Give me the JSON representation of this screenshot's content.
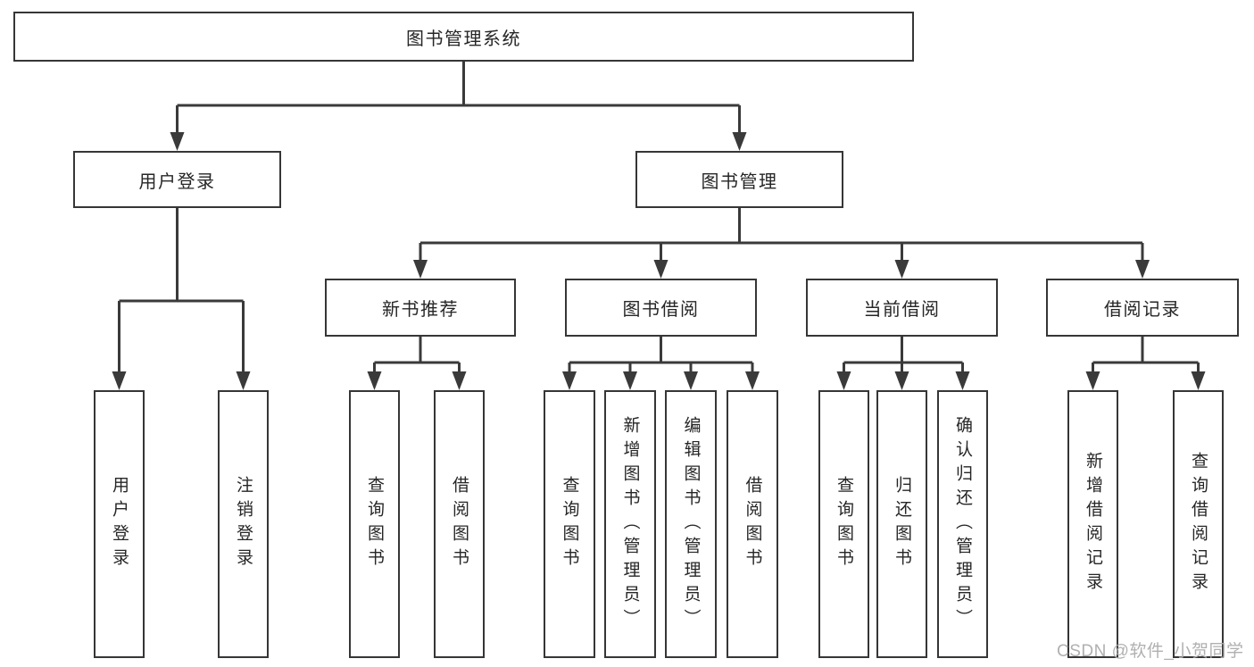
{
  "tree": {
    "label": "图书管理系统",
    "children": [
      {
        "label": "用户登录",
        "children": [
          {
            "label": "用户登录"
          },
          {
            "label": "注销登录"
          }
        ]
      },
      {
        "label": "图书管理",
        "children": [
          {
            "label": "新书推荐",
            "children": [
              {
                "label": "查询图书"
              },
              {
                "label": "借阅图书"
              }
            ]
          },
          {
            "label": "图书借阅",
            "children": [
              {
                "label": "查询图书"
              },
              {
                "label": "新增图书（管理员）"
              },
              {
                "label": "编辑图书（管理员）"
              },
              {
                "label": "借阅图书"
              }
            ]
          },
          {
            "label": "当前借阅",
            "children": [
              {
                "label": "查询图书"
              },
              {
                "label": "归还图书"
              },
              {
                "label": "确认归还（管理员）"
              }
            ]
          },
          {
            "label": "借阅记录",
            "children": [
              {
                "label": "新增借阅记录"
              },
              {
                "label": "查询借阅记录"
              }
            ]
          }
        ]
      }
    ]
  },
  "watermark": {
    "text": "CSDN @软件_小贺同学"
  },
  "colors": {
    "line": "#3a3a3a",
    "box_border": "#363636",
    "box_fill": "#ffffff",
    "text": "#262626",
    "watermark": "#acacac"
  }
}
